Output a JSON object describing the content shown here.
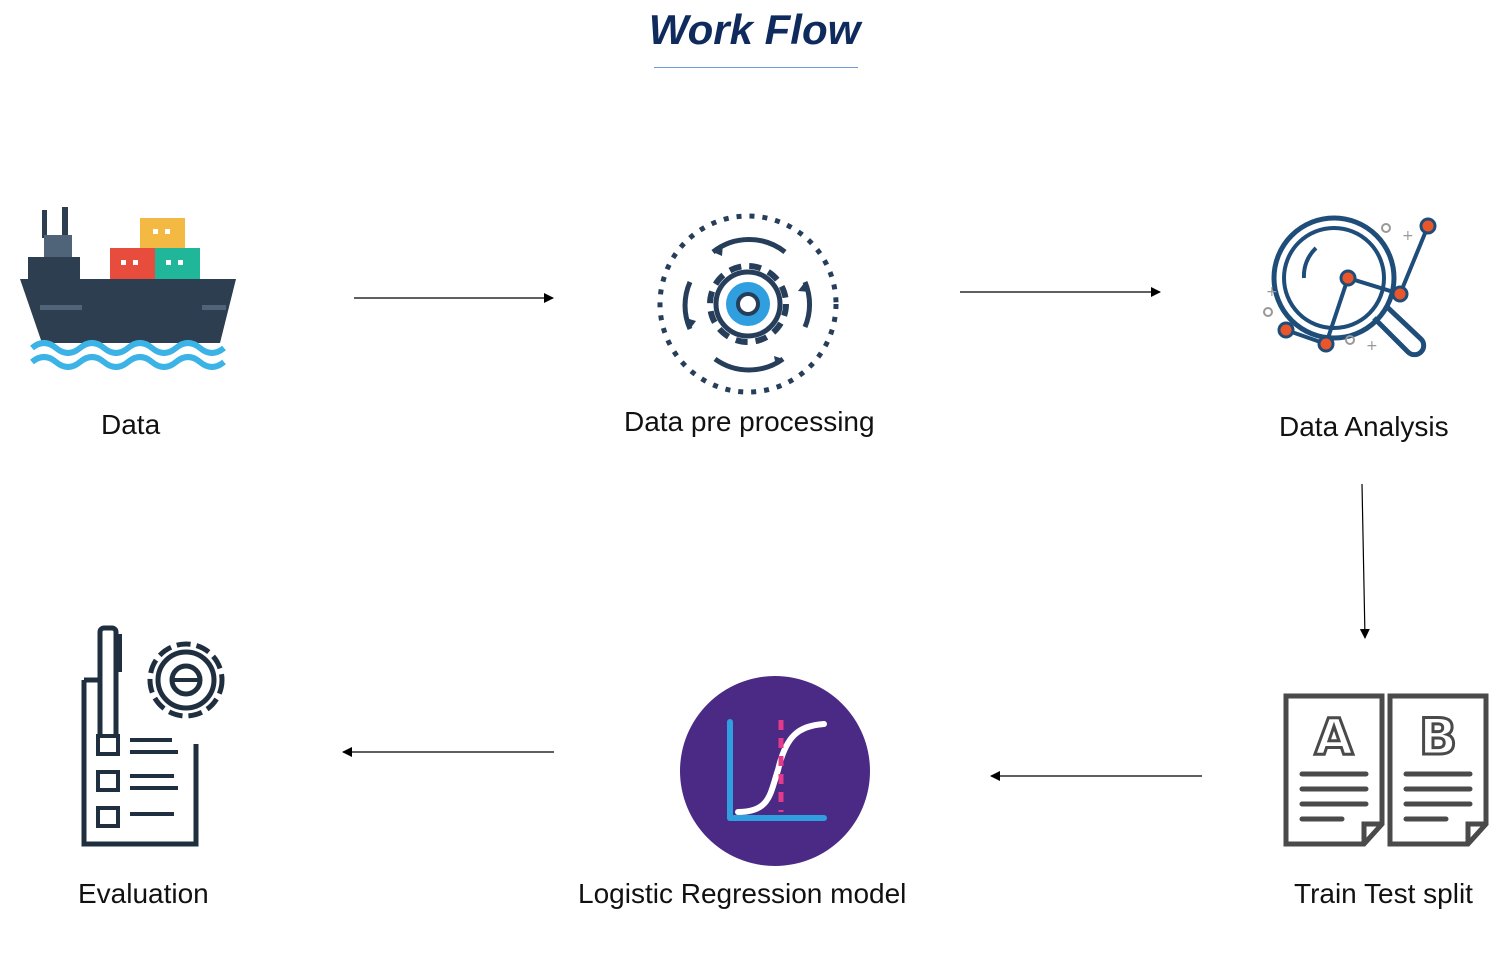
{
  "title": "Work Flow",
  "nodes": [
    {
      "id": "data",
      "label": "Data",
      "icon": "cargo-ship-icon"
    },
    {
      "id": "preprocessing",
      "label": "Data pre processing",
      "icon": "gear-cycle-icon"
    },
    {
      "id": "analysis",
      "label": "Data Analysis",
      "icon": "magnifier-graph-icon"
    },
    {
      "id": "split",
      "label": "Train Test split",
      "icon": "ab-documents-icon"
    },
    {
      "id": "model",
      "label": "Logistic Regression model",
      "icon": "sigmoid-curve-icon"
    },
    {
      "id": "evaluation",
      "label": "Evaluation",
      "icon": "checklist-gear-icon"
    }
  ],
  "edges": [
    {
      "from": "data",
      "to": "preprocessing"
    },
    {
      "from": "preprocessing",
      "to": "analysis"
    },
    {
      "from": "analysis",
      "to": "split"
    },
    {
      "from": "split",
      "to": "model"
    },
    {
      "from": "model",
      "to": "evaluation"
    }
  ],
  "colors": {
    "title": "#0f2a5c",
    "ship_hull": "#2d3e50",
    "gear_blue": "#2f9fe0",
    "analysis_orange": "#e8562a",
    "model_purple": "#4b2a85",
    "model_curve_pink": "#e23b8a"
  }
}
